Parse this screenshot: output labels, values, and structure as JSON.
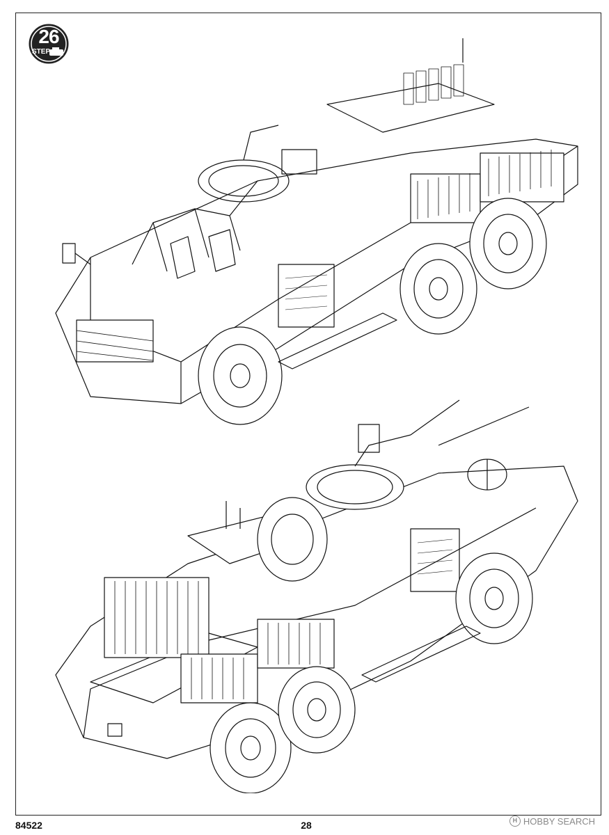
{
  "step": {
    "number": "26",
    "label": "STEP"
  },
  "footer": {
    "product_code": "84522",
    "page_number": "28"
  },
  "watermark": {
    "text": "HOBBY SEARCH",
    "icon": "hobby-search-logo-icon"
  },
  "illustrations": [
    {
      "name": "vehicle-front-three-quarter-view",
      "description_icon": "armored-truck-line-drawing"
    },
    {
      "name": "vehicle-rear-three-quarter-view",
      "description_icon": "armored-truck-line-drawing"
    }
  ],
  "colors": {
    "ink": "#111111",
    "paper": "#ffffff",
    "watermark": "#8a8a8a"
  }
}
